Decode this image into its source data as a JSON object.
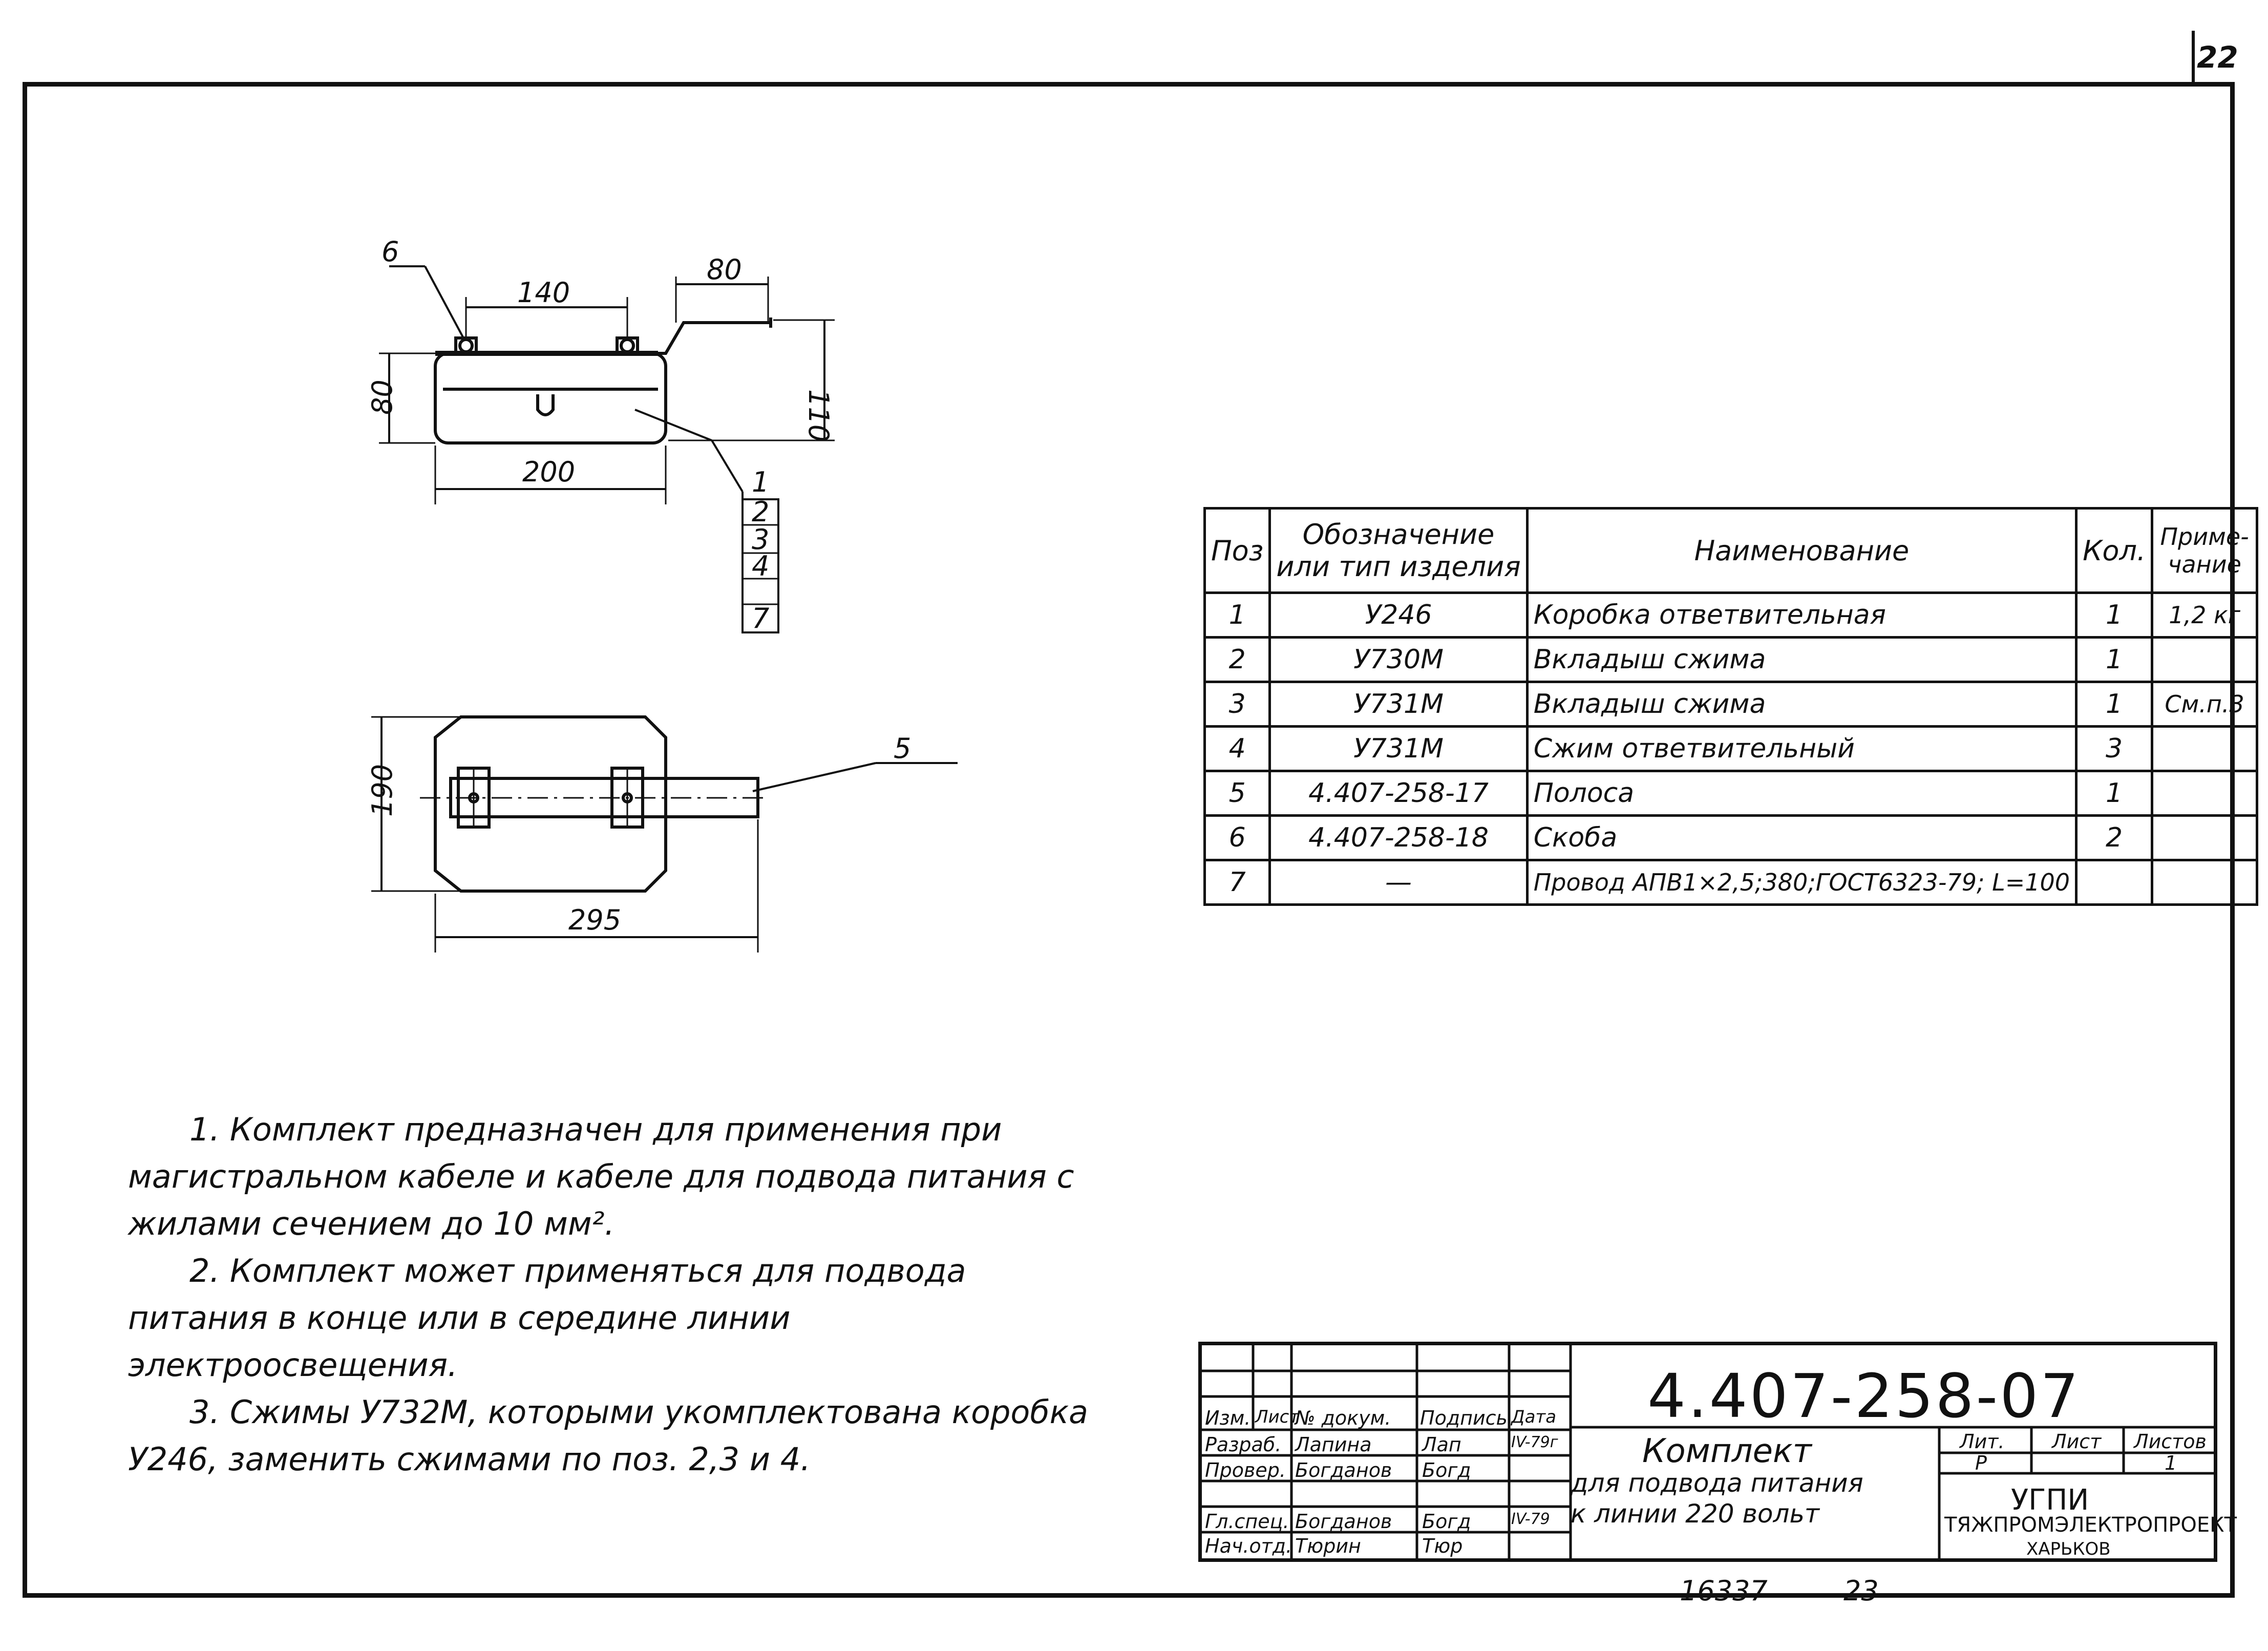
{
  "corner_sheet_number": "22",
  "drawing": {
    "dimensions": {
      "top_width_140": "140",
      "top_offset_80": "80",
      "height_110": "110",
      "box_height_80": "80",
      "box_width_200": "200",
      "plan_height_190": "190",
      "plan_width_295": "295"
    },
    "callouts": {
      "pos6": "6",
      "pos5": "5",
      "stack": [
        "1",
        "2",
        "3",
        "4",
        "7"
      ]
    }
  },
  "spec_table": {
    "headers": {
      "pos": "Поз",
      "designation_line1": "Обозначение",
      "designation_line2": "или тип изделия",
      "name": "Наименование",
      "qty": "Кол.",
      "note_line1": "Приме-",
      "note_line2": "чание"
    },
    "rows": [
      {
        "pos": "1",
        "designation": "У246",
        "name": "Коробка ответвительная",
        "qty": "1",
        "note": "1,2 кг"
      },
      {
        "pos": "2",
        "designation": "У730М",
        "name": "Вкладыш сжима",
        "qty": "1",
        "note": ""
      },
      {
        "pos": "3",
        "designation": "У731М",
        "name": "Вкладыш сжима",
        "qty": "1",
        "note": "См.п.3"
      },
      {
        "pos": "4",
        "designation": "У731М",
        "name": "Сжим ответвительный",
        "qty": "3",
        "note": ""
      },
      {
        "pos": "5",
        "designation": "4.407-258-17",
        "name": "Полоса",
        "qty": "1",
        "note": ""
      },
      {
        "pos": "6",
        "designation": "4.407-258-18",
        "name": "Скоба",
        "qty": "2",
        "note": ""
      },
      {
        "pos": "7",
        "designation": "—",
        "name": "Провод АПВ1×2,5;380;ГОСТ6323-79; L=100",
        "qty": "",
        "note": ""
      }
    ]
  },
  "notes": [
    "1. Комплект предназначен для применения при магистральном кабеле и кабеле для подвода питания с жилами сечением до 10 мм².",
    "2. Комплект может применяться для подвода питания в конце или в середине линии электроосвещения.",
    "3. Сжимы У732М, которыми укомплектована коробка У246, заменить сжимами по поз. 2,3 и 4."
  ],
  "title_block": {
    "doc_number": "4.407-258-07",
    "title_line1": "Комплект",
    "title_line2": "для подвода питания",
    "title_line3": "к линии 220 вольт",
    "col_headers": [
      "Изм.",
      "Лист",
      "№ докум.",
      "Подпись",
      "Дата"
    ],
    "roles": [
      {
        "role": "Разраб.",
        "name": "Лапина",
        "sign": "Лап",
        "date": "IV-79г"
      },
      {
        "role": "Провер.",
        "name": "Богданов",
        "sign": "Богд",
        "date": ""
      },
      {
        "role": "Гл.спец.",
        "name": "Богданов",
        "sign": "Богд",
        "date": "IV-79"
      },
      {
        "role": "Нач.отд.",
        "name": "Тюрин",
        "sign": "Тюр",
        "date": ""
      }
    ],
    "lit_label": "Лит.",
    "lit_value": "Р",
    "sheet_label": "Лист",
    "sheets_label": "Листов",
    "sheets_value": "1",
    "org1": "УГПИ",
    "org2": "ТЯЖПРОМЭЛЕКТРОПРОЕКТ",
    "org3": "ХАРЬКОВ"
  },
  "stamps": {
    "inventory": "16337",
    "page": "23"
  }
}
